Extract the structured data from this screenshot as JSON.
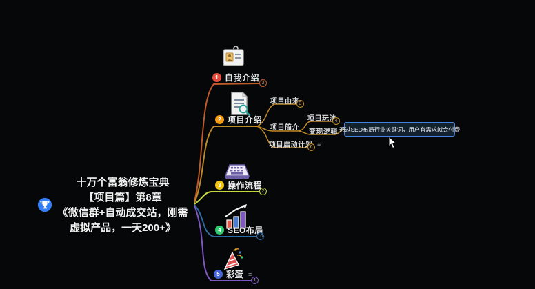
{
  "app": "mind-map-canvas",
  "palette": {
    "background": "#050709",
    "branch_intro": "#c05a28",
    "branch_project": "#c08a28",
    "branch_process": "#c6d93f",
    "branch_seo": "#2e6da4",
    "branch_egg": "#7e57c2",
    "selection_border": "#3f86e0",
    "marker_1": "#e74c3c",
    "marker_2": "#f39c12",
    "marker_3": "#f1c40f",
    "marker_4": "#2ecc71",
    "marker_5": "#4766d6",
    "central_badge": "#2f7ef7"
  },
  "icons": {
    "central": "trophy-badge-icon",
    "intro": "id-card-icon",
    "project": "doc-search-icon",
    "process": "keyboard-icon",
    "seo": "bar-chart-icon",
    "egg": "party-popper-icon",
    "notes_glyph": "≡"
  },
  "central": {
    "lines": [
      "十万个富翁修炼宝典",
      "【项目篇】第8章",
      "《微信群+自动成交站，刚需",
      "虚拟产品，一天200+》"
    ]
  },
  "branches": [
    {
      "label": "自我介绍",
      "number": "1",
      "collapse": "3",
      "line_color": "#c05a28",
      "badge_color": "#e74c3c",
      "icon": "id-card-icon"
    },
    {
      "label": "项目介绍",
      "number": "2",
      "line_color": "#c08a28",
      "badge_color": "#f39c12",
      "icon": "doc-search-icon",
      "children": [
        {
          "label": "项目由来",
          "collapse": "3"
        },
        {
          "label": "项目简介",
          "children": [
            {
              "label": "项目玩法",
              "collapse": "4"
            },
            {
              "label": "变现逻辑",
              "children": [
                {
                  "label": "通过SEO布局行业关键词，用户有需求就会付费",
                  "selected": true
                }
              ]
            }
          ]
        },
        {
          "label": "项目启动计划",
          "collapse": "6",
          "has_note": true
        }
      ]
    },
    {
      "label": "操作流程",
      "number": "3",
      "collapse": "2",
      "line_color": "#c6d93f",
      "badge_color": "#f1c40f",
      "icon": "keyboard-icon"
    },
    {
      "label": "SEO布局",
      "number": "4",
      "collapse": "10",
      "line_color": "#2e6da4",
      "badge_color": "#2ecc71",
      "icon": "bar-chart-icon"
    },
    {
      "label": "彩蛋",
      "number": "5",
      "collapse": "1",
      "has_note": true,
      "line_color": "#7e57c2",
      "badge_color": "#4766d6",
      "icon": "party-popper-icon"
    }
  ]
}
